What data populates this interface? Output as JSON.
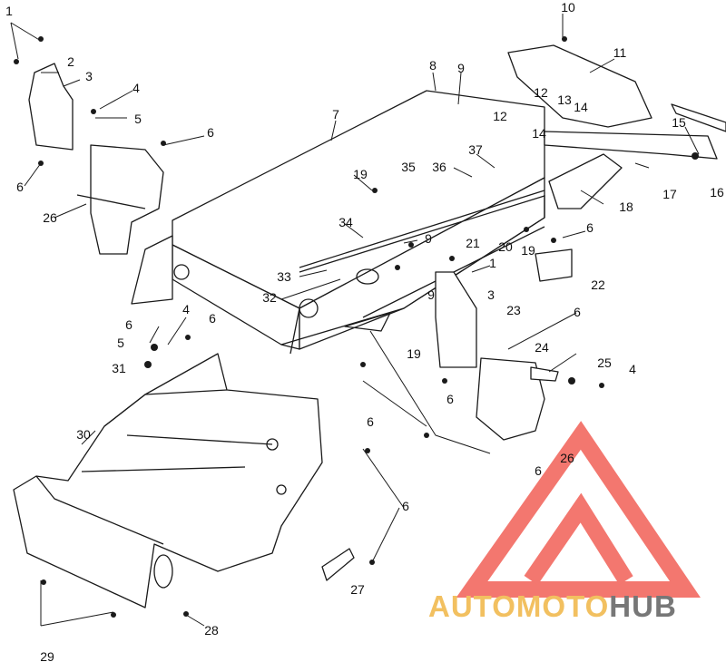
{
  "labels": [
    "1",
    "2",
    "3",
    "4",
    "5",
    "6",
    "6",
    "26",
    "7",
    "8",
    "9",
    "10",
    "11",
    "12",
    "13",
    "14",
    "12",
    "14",
    "15",
    "16",
    "17",
    "18",
    "35",
    "36",
    "37",
    "19",
    "34",
    "9",
    "21",
    "20",
    "19",
    "6",
    "22",
    "1",
    "33",
    "32",
    "3",
    "23",
    "6",
    "24",
    "25",
    "4",
    "19",
    "6",
    "4",
    "5",
    "6",
    "31",
    "6",
    "6",
    "26",
    "6",
    "30",
    "6",
    "27",
    "28",
    "29",
    "9"
  ],
  "watermark": {
    "text_auto": "AUTO",
    "text_moto": "MOTO",
    "text_hub": "HUB"
  },
  "colors": {
    "line": "#1a1a1a",
    "auto": "#f2c060",
    "moto": "#f2c060",
    "hub": "#777777",
    "logo_red": "#ef4a3f"
  }
}
